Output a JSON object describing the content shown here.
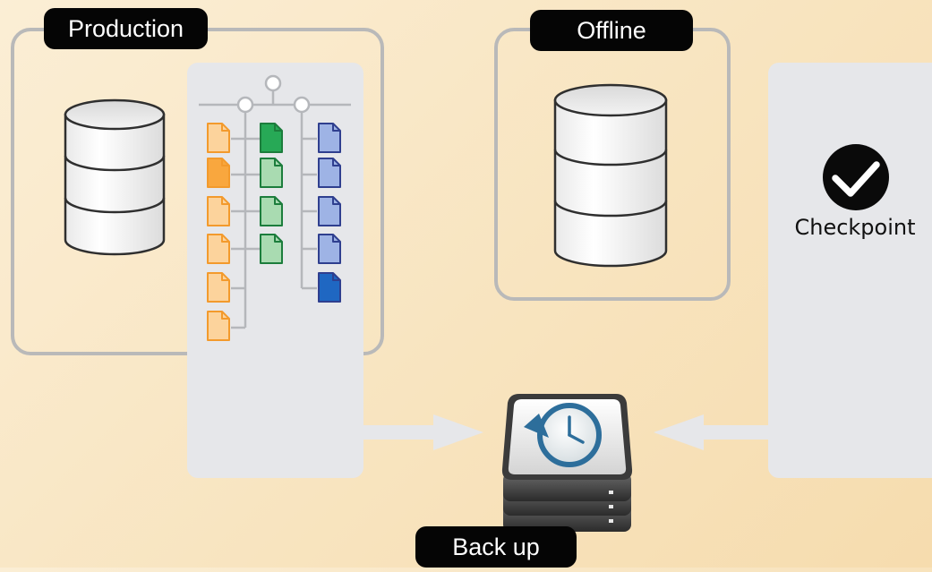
{
  "labels": {
    "production": "Production",
    "offline": "Offline",
    "backup": "Back up",
    "checkpoint": "Checkpoint"
  },
  "icons": {
    "database": "database-icon",
    "check": "checkmark-circle-icon",
    "backup": "time-machine-backup-icon",
    "file": "document-icon"
  },
  "colors": {
    "frame_stroke": "#b9b9b9",
    "panel_fill": "#e6e7ea",
    "pill_fill": "#050505",
    "orange_light": "#fcd39c",
    "orange_dark": "#f9a73e",
    "green_light": "#a9dbb1",
    "green_dark": "#27a956",
    "blue_light": "#9eb3e5",
    "blue_dark": "#1f67c2"
  },
  "file_tree": {
    "columns": [
      {
        "color": "orange",
        "files": [
          "light",
          "dark",
          "light",
          "light",
          "light",
          "light"
        ]
      },
      {
        "color": "green",
        "files": [
          "dark",
          "light",
          "light",
          "light"
        ]
      },
      {
        "color": "blue",
        "files": [
          "light",
          "light",
          "light",
          "light",
          "dark"
        ]
      }
    ]
  }
}
